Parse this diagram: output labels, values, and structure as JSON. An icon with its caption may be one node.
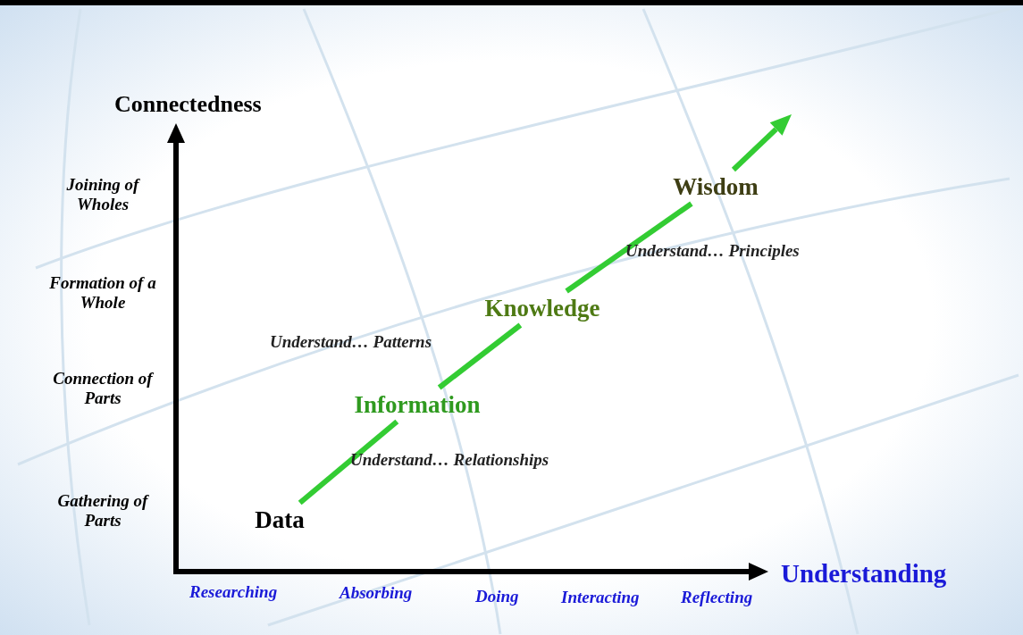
{
  "diagram": {
    "nodes": [
      {
        "text": [
          "Data"
        ]
      },
      {
        "text": [
          "Information"
        ]
      },
      {
        "text": [
          "Knowledge"
        ]
      },
      {
        "text": [
          "Wisdom"
        ]
      }
    ],
    "edges": [
      {
        "from": 0,
        "to": 1,
        "arrow": "none",
        "label": "Understand… Relationships",
        "color": "#33cc33"
      },
      {
        "from": 1,
        "to": 2,
        "arrow": "none",
        "label": "Understand… Patterns",
        "color": "#33cc33"
      },
      {
        "from": 2,
        "to": 3,
        "arrow": "none",
        "label": "Understand… Principles",
        "color": "#33cc33"
      },
      {
        "from": 3,
        "to": null,
        "arrow": "to",
        "color": "#33cc33"
      }
    ],
    "labels": [
      "Connectedness",
      "Joining of Wholes",
      "Formation of a Whole",
      "Connection of Parts",
      "Gathering of Parts",
      "Understanding",
      "Researching",
      "Absorbing",
      "Doing",
      "Interacting",
      "Reflecting"
    ]
  }
}
